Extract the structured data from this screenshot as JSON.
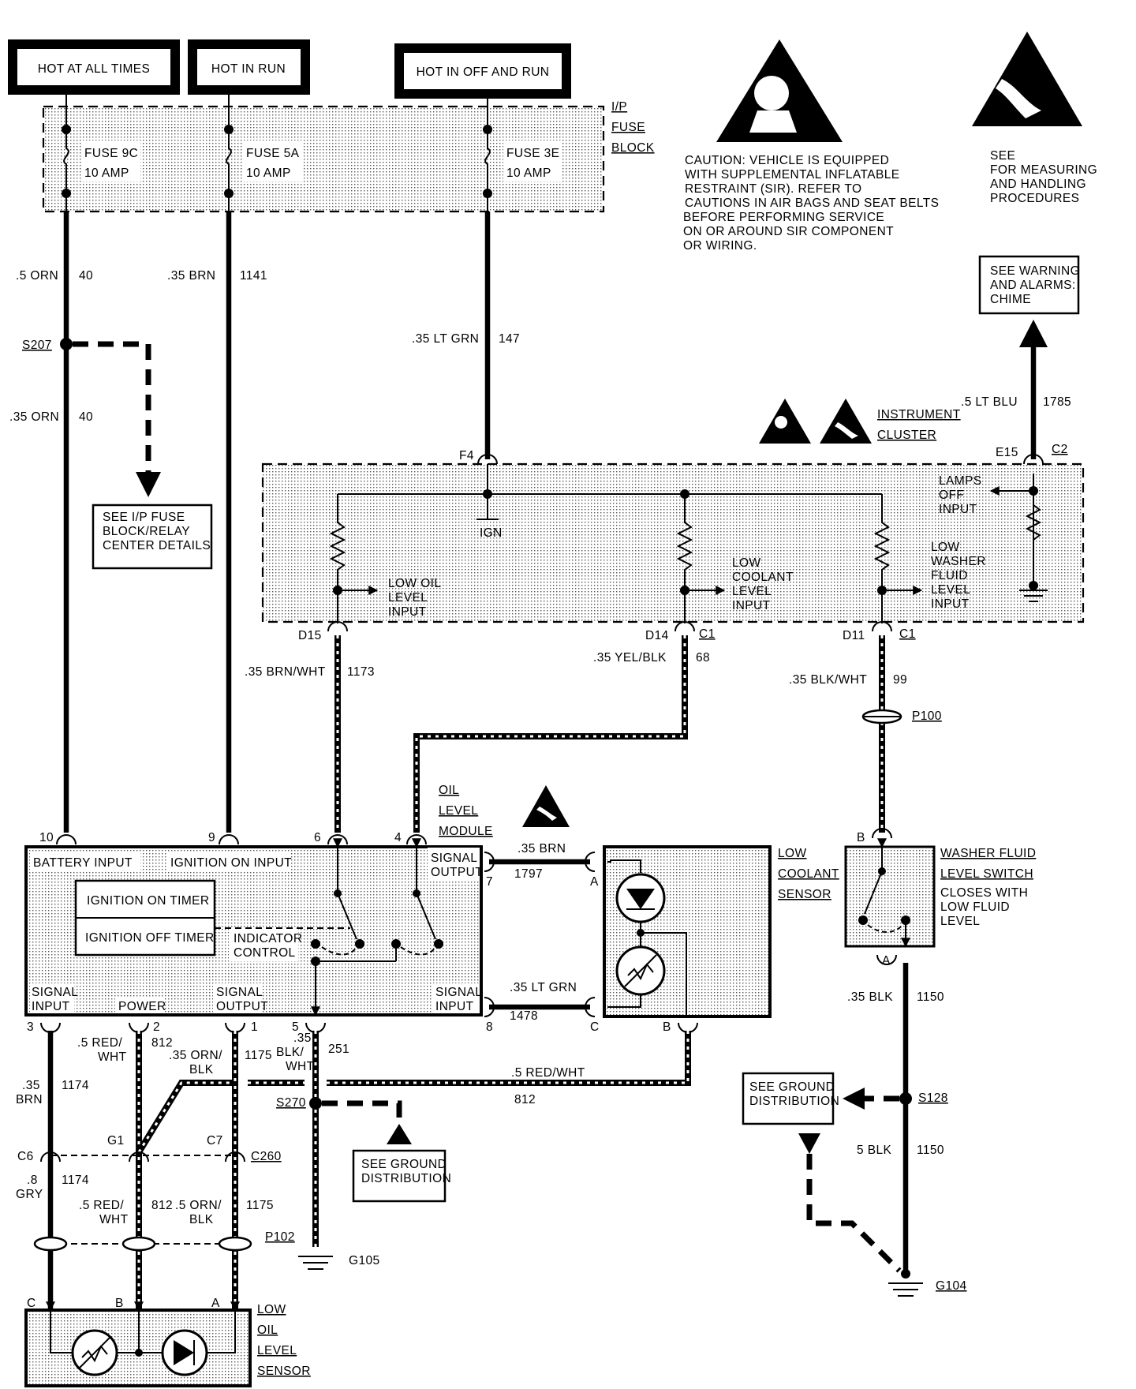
{
  "power_labels": {
    "hot_at_all_times": "HOT AT ALL TIMES",
    "hot_in_run": "HOT IN RUN",
    "hot_in_off_and_run": "HOT IN OFF AND RUN"
  },
  "fuse_block": {
    "label": [
      "I/P",
      "FUSE",
      "BLOCK"
    ],
    "fuses": [
      {
        "name": "FUSE 9C",
        "rating": "10 AMP"
      },
      {
        "name": "FUSE 5A",
        "rating": "10 AMP"
      },
      {
        "name": "FUSE 3E",
        "rating": "10 AMP"
      }
    ]
  },
  "caution": {
    "lines": [
      "CAUTION: VEHICLE IS EQUIPPED",
      "WITH SUPPLEMENTAL INFLATABLE",
      "RESTRAINT (SIR). REFER TO",
      "CAUTIONS IN AIR BAGS AND SEAT BELTS",
      "BEFORE PERFORMING SERVICE",
      "ON OR AROUND SIR COMPONENT",
      "OR WIRING."
    ]
  },
  "esd_note": {
    "lines": [
      "SEE",
      "FOR MEASURING",
      "AND HANDLING",
      "PROCEDURES"
    ]
  },
  "warning_ref": {
    "lines": [
      "SEE WARNING",
      "AND ALARMS:",
      "CHIME"
    ]
  },
  "fuse_details_ref": {
    "lines": [
      "SEE I/P FUSE",
      "BLOCK/RELAY",
      "CENTER DETAILS"
    ]
  },
  "wires": {
    "w40a": {
      "gauge": ".5 ORN",
      "circuit": "40"
    },
    "w40b": {
      "gauge": ".35 ORN",
      "circuit": "40"
    },
    "w1141": {
      "gauge": ".35 BRN",
      "circuit": "1141"
    },
    "w147": {
      "gauge": ".35 LT GRN",
      "circuit": "147"
    },
    "w1785": {
      "gauge": ".5 LT BLU",
      "circuit": "1785"
    },
    "w1173": {
      "gauge": ".35 BRN/WHT",
      "circuit": "1173"
    },
    "w68": {
      "gauge": ".35 YEL/BLK",
      "circuit": "68"
    },
    "w99": {
      "gauge": ".35 BLK/WHT",
      "circuit": "99"
    },
    "w1797": {
      "gauge": ".35 BRN",
      "circuit": "1797"
    },
    "w1478": {
      "gauge": ".35 LT GRN",
      "circuit": "1478"
    },
    "w1150a": {
      "gauge": ".35 BLK",
      "circuit": "1150"
    },
    "w1150b": {
      "gauge": "5 BLK",
      "circuit": "1150"
    },
    "w1174a": {
      "gauge": [
        ".35",
        "BRN"
      ],
      "circuit": "1174"
    },
    "w1174b": {
      "gauge": [
        ".8",
        "GRY"
      ],
      "circuit": "1174"
    },
    "w812a": {
      "gauge": [
        ".5 RED/",
        "WHT"
      ],
      "circuit": "812"
    },
    "w812b": {
      "gauge": [
        ".5 RED/",
        "WHT"
      ],
      "circuit": "812"
    },
    "w812c": {
      "gauge": ".5 RED/WHT",
      "circuit": "812"
    },
    "w1175a": {
      "gauge": [
        ".35 ORN/",
        "BLK"
      ],
      "circuit": "1175"
    },
    "w1175b": {
      "gauge": [
        ".5 ORN/",
        "BLK"
      ],
      "circuit": "1175"
    },
    "w251": {
      "gauge": [
        ".35",
        "BLK/",
        "WHT"
      ],
      "circuit": "251"
    }
  },
  "splices": {
    "s207": "S207",
    "s270": "S270",
    "s128": "S128"
  },
  "connectors": {
    "f4": "F4",
    "e15": "E15",
    "c2": "C2",
    "d15": "D15",
    "d14": "D14",
    "c1a": "C1",
    "d11": "D11",
    "c1b": "C1",
    "p100": "P100",
    "p102": "P102",
    "c6": "C6",
    "g1": "G1",
    "c7": "C7",
    "c260": "C260"
  },
  "grounds": {
    "g105": "G105",
    "g104": "G104"
  },
  "instrument_cluster": {
    "title": [
      "INSTRUMENT",
      "CLUSTER"
    ],
    "ign": "IGN",
    "low_oil_input": [
      "LOW OIL",
      "LEVEL",
      "INPUT"
    ],
    "low_coolant_input": [
      "LOW",
      "COOLANT",
      "LEVEL",
      "INPUT"
    ],
    "low_washer_input": [
      "LOW",
      "WASHER",
      "FLUID",
      "LEVEL",
      "INPUT"
    ],
    "lamps_off_input": [
      "LAMPS",
      "OFF",
      "INPUT"
    ]
  },
  "oil_level_module": {
    "title": [
      "OIL",
      "LEVEL",
      "MODULE"
    ],
    "battery_input": "BATTERY INPUT",
    "ignition_on_input": "IGNITION ON INPUT",
    "signal_output_top": [
      "SIGNAL",
      "OUTPUT"
    ],
    "ignition_on_timer": "IGNITION ON TIMER",
    "ignition_off_timer": "IGNITION OFF TIMER",
    "indicator_control": [
      "INDICATOR",
      "CONTROL"
    ],
    "signal_input_left": [
      "SIGNAL",
      "INPUT"
    ],
    "power": "POWER",
    "signal_output_bottom": [
      "SIGNAL",
      "OUTPUT"
    ],
    "signal_input_right": [
      "SIGNAL",
      "INPUT"
    ],
    "pins": {
      "p10": "10",
      "p9": "9",
      "p6": "6",
      "p4": "4",
      "p7": "7",
      "p8": "8",
      "p3": "3",
      "p2": "2",
      "p1": "1",
      "p5": "5"
    }
  },
  "low_coolant_sensor": {
    "title": [
      "LOW",
      "COOLANT",
      "SENSOR"
    ],
    "pins": {
      "a": "A",
      "c": "C",
      "b": "B"
    }
  },
  "washer_switch": {
    "title": [
      "WASHER FLUID",
      "LEVEL SWITCH"
    ],
    "desc": [
      "CLOSES WITH",
      "LOW FLUID",
      "LEVEL"
    ],
    "pins": {
      "b": "B",
      "a": "A"
    }
  },
  "ground_refs": {
    "left": [
      "SEE GROUND",
      "DISTRIBUTION"
    ],
    "right": [
      "SEE GROUND",
      "DISTRIBUTION"
    ]
  },
  "low_oil_sensor": {
    "title": [
      "LOW",
      "OIL",
      "LEVEL",
      "SENSOR"
    ],
    "pins": {
      "c": "C",
      "b": "B",
      "a": "A"
    }
  }
}
